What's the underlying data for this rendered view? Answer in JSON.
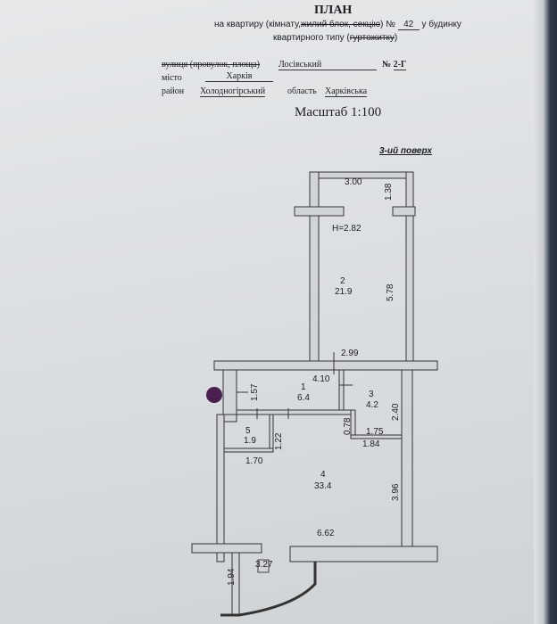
{
  "title": "ПЛАН",
  "line1": {
    "prefix": "на квартиру (кімнату,",
    "strike1": "жилий блок, секцію",
    "mid": ") №",
    "apartment_no": "42",
    "suffix": "у будинку"
  },
  "line2": {
    "prefix": "квартирного типу (",
    "strike": "гуртожитку",
    "suffix": ")"
  },
  "address": {
    "street_label_strike": "вулиця (провулок, площа)",
    "street": "Лосівський",
    "number_label": "№",
    "number": "2-Г",
    "city_label": "місто",
    "city": "Харків",
    "district_label": "район",
    "district": "Холодногірський",
    "region_label": "область",
    "region": "Харківська"
  },
  "scale": "Масштаб 1:100",
  "plan": {
    "floor": "3-ий поверх",
    "height": "H=2.82",
    "rooms": [
      {
        "num": "1",
        "area": "6.4"
      },
      {
        "num": "2",
        "area": "21.9"
      },
      {
        "num": "3",
        "area": "4.2"
      },
      {
        "num": "4",
        "area": "33.4"
      },
      {
        "num": "5",
        "area": "1.9"
      }
    ],
    "dims": {
      "d300": "3.00",
      "d138": "1.38",
      "d578": "5.78",
      "d299": "2.99",
      "d410": "4.10",
      "d157": "1.57",
      "d240": "2.40",
      "d078": "0.78",
      "d175": "1.75",
      "d184": "1.84",
      "d122": "1.22",
      "d170": "1.70",
      "d396": "3.96",
      "d662": "6.62",
      "d327": "3.27",
      "d194": "1.94"
    }
  }
}
